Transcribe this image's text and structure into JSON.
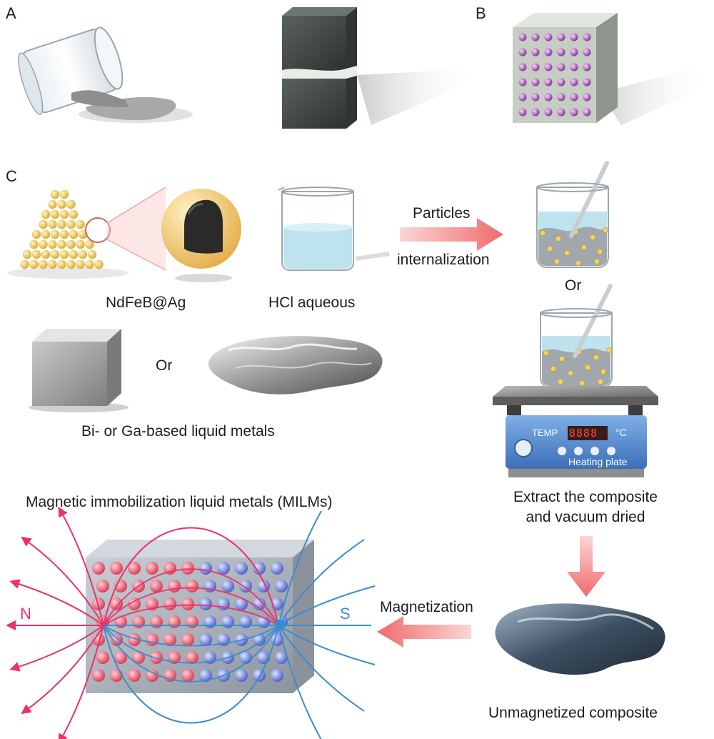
{
  "panels": {
    "a": "A",
    "b": "B",
    "c": "C"
  },
  "labels": {
    "ndfeb": "NdFeB@Ag",
    "hcl": "HCl aqueous",
    "particles": "Particles",
    "internalization": "internalization",
    "or_right": "Or",
    "or_left": "Or",
    "liquid_metals": "Bi- or Ga-based liquid metals",
    "extract_line1": "Extract the composite",
    "extract_line2": "and vacuum dried",
    "milms": "Magnetic immobilization liquid metals (MILMs)",
    "magnetization": "Magnetization",
    "unmagnetized": "Unmagnetized composite",
    "north": "N",
    "south": "S",
    "temp": "TEMP",
    "display": "8888",
    "celsius": "°C",
    "heating_plate": "Heating plate"
  },
  "colors": {
    "arrow": "#f07a7a",
    "field_north": "#e8336a",
    "field_south": "#3a8ccf",
    "particle": "#f2d36a",
    "water": "#bfe3ee",
    "plate_body": "#5a8fd0",
    "display_bg": "#3a1a1a",
    "display_text": "#ff4a3a"
  }
}
